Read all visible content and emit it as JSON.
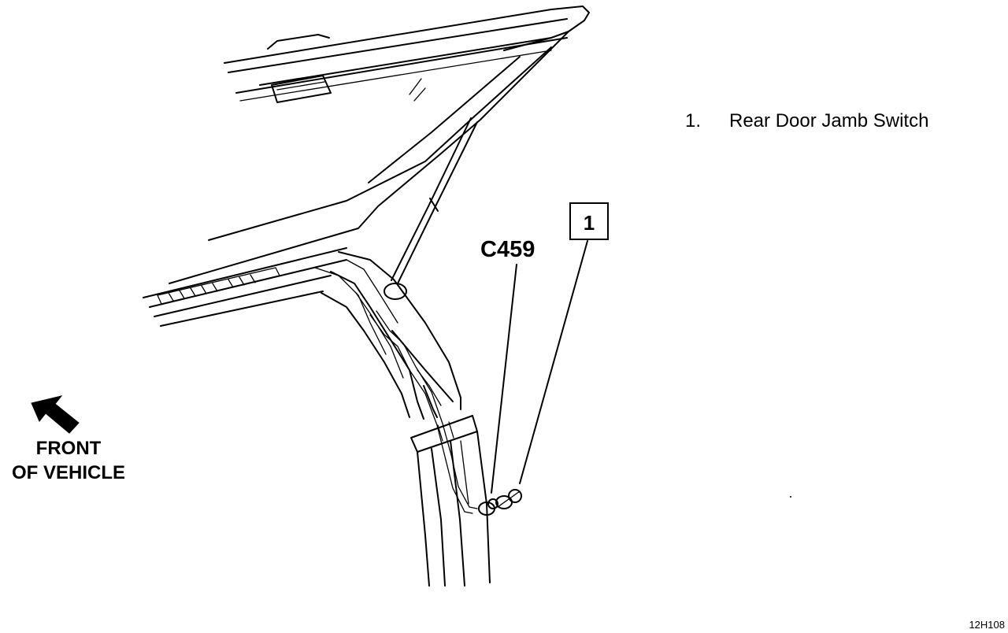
{
  "legend": {
    "items": [
      {
        "number": "1.",
        "label": "Rear Door Jamb Switch"
      }
    ]
  },
  "callouts": {
    "connector": "C459",
    "item_box": "1"
  },
  "orientation": {
    "line1": "FRONT",
    "line2": "OF VEHICLE"
  },
  "figure_id": "12H108"
}
